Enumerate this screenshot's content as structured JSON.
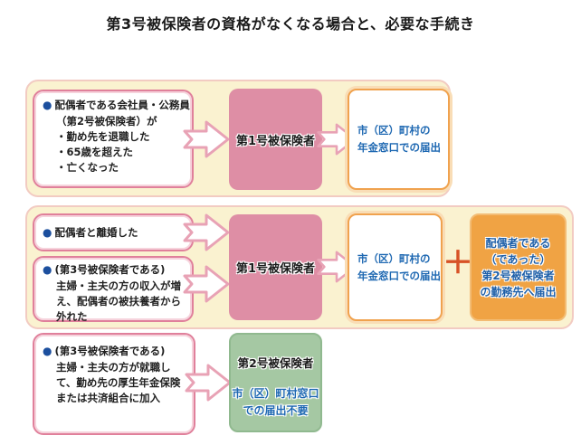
{
  "title": "第3号被保険者の資格がなくなる場合と、必要な手続き",
  "icons": {
    "bullet": "●",
    "plus": "＋"
  },
  "colors": {
    "panel_bg": "#FAF2D0",
    "panel_border": "#F2CBC2",
    "cause_border": "#E0809B",
    "result_pink_bg": "#DE8EA5",
    "procedure_border_orange": "#F0A24E",
    "extra_orange_bg": "#F0A344",
    "result_green_bg": "#A5C8A3",
    "blue_text": "#1E68B2",
    "plus_red": "#D75226",
    "bullet_blue": "#1C4F9E"
  },
  "rows": {
    "row1": {
      "cause": {
        "lines": [
          "配偶者である会社員・公務員",
          "（第2号被保険者）が",
          "・勤め先を退職した",
          "・65歳を超えた",
          "・亡くなった"
        ]
      },
      "result": "第1号被保険者",
      "procedure": {
        "lines": [
          "市（区）町村の",
          "年金窓口での届出"
        ]
      }
    },
    "row2": {
      "cause1": {
        "lines": [
          "配偶者と離婚した"
        ]
      },
      "cause2": {
        "lines": [
          "(第3号被保険者である)",
          "主婦・主夫の方の収入が増",
          "え、配偶者の被扶養者から",
          "外れた"
        ]
      },
      "result": "第1号被保険者",
      "procedure": {
        "lines": [
          "市（区）町村の",
          "年金窓口での届出"
        ]
      },
      "extra_procedure": {
        "lines": [
          "配偶者である",
          "（であった）",
          "第2号被保険者",
          "の勤務先へ届出"
        ]
      }
    },
    "row3": {
      "cause": {
        "lines": [
          "(第3号被保険者である)",
          "主婦・主夫の方が就職し",
          "て、勤め先の厚生年金保険",
          "または共済組合に加入"
        ]
      },
      "result": "第2号被保険者",
      "note": {
        "lines": [
          "市（区）町村窓口",
          "での届出不要"
        ]
      }
    }
  }
}
